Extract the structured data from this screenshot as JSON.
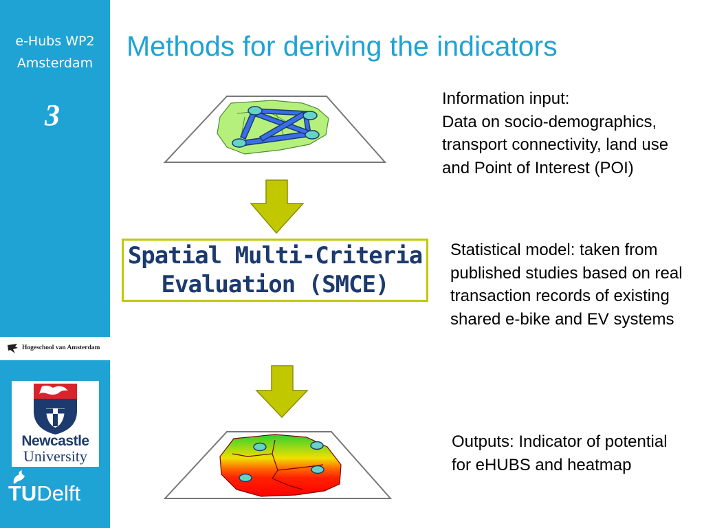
{
  "sidebar": {
    "title_line1": "e-Hubs WP2",
    "title_line2": "Amsterdam",
    "slide_number": "3",
    "logos": {
      "hva": "Hogeschool van Amsterdam",
      "newcastle_line1": "Newcastle",
      "newcastle_line2": "University",
      "tudelft_bold": "TU",
      "tudelft_rest": "Delft"
    }
  },
  "main": {
    "title": "Methods for deriving the indicators",
    "info_input": "Information input:\nData on socio-demographics, transport connectivity, land use and Point of Interest (POI)",
    "smce_box": "Spatial Multi-Criteria\nEvaluation (SMCE)",
    "statistical_model": "Statistical model: taken from published studies based on real transaction records of existing shared e-bike and EV systems",
    "outputs": "Outputs: Indicator of potential for eHUBS and heatmap"
  },
  "colors": {
    "accent": "#1fa3d4",
    "arrow": "#c2c800",
    "smce_text": "#1c3a6e",
    "map_green": "#b5f07d",
    "hub": "#66d3c8",
    "link": "#3a6ee8"
  },
  "icons": [
    "network-map-icon",
    "heatmap-icon",
    "down-arrow-icon",
    "newcastle-crest-icon",
    "tudelft-flame-icon",
    "hva-logo-icon"
  ]
}
